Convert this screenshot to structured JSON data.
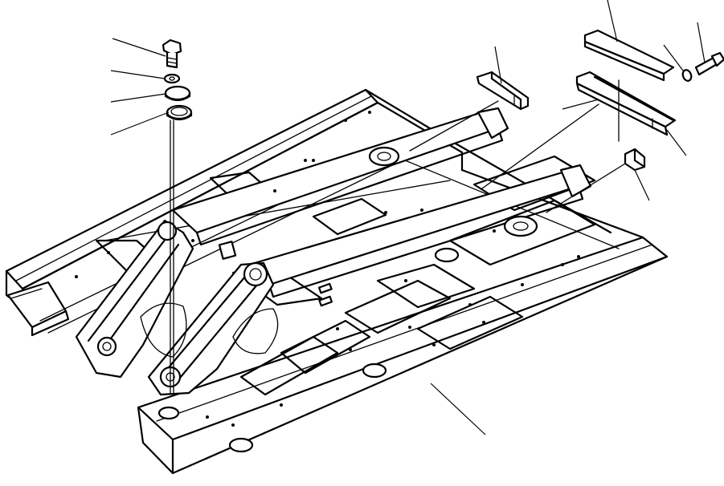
{
  "figure": {
    "background": "#ffffff",
    "ink": "#000000",
    "parts": [
      {
        "id": "bolt-left",
        "icon": "hex-bolt-icon"
      },
      {
        "id": "washer-small",
        "icon": "washer-icon"
      },
      {
        "id": "cap-plate",
        "icon": "disc-icon"
      },
      {
        "id": "ring",
        "icon": "ring-icon"
      },
      {
        "id": "bracket-block",
        "icon": "bracket-icon"
      },
      {
        "id": "flat-bar",
        "icon": "bar-icon"
      },
      {
        "id": "washer-right",
        "icon": "washer-icon"
      },
      {
        "id": "bolt-right",
        "icon": "hex-bolt-icon"
      },
      {
        "id": "channel-bar",
        "icon": "channel-icon"
      },
      {
        "id": "stopper-block",
        "icon": "block-icon"
      },
      {
        "id": "main-frame",
        "icon": "frame-icon"
      }
    ]
  }
}
